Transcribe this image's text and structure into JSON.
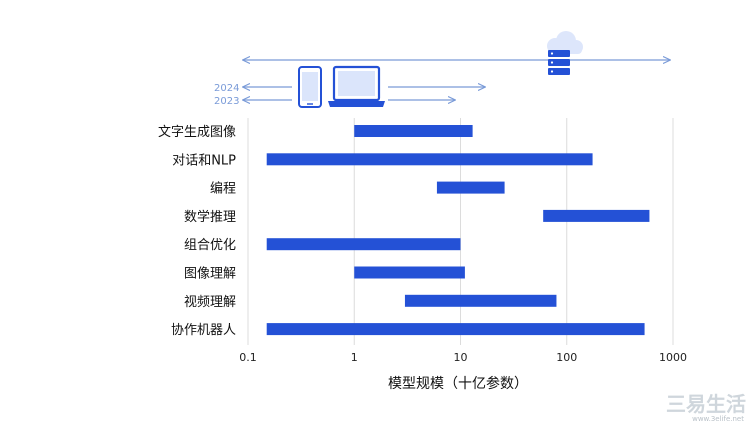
{
  "chart_data": {
    "type": "bar",
    "orientation": "horizontal",
    "style": "floating-range",
    "xscale": "log",
    "xlim": [
      0.1,
      1000
    ],
    "xticks": [
      "0.1",
      "1",
      "10",
      "100",
      "1000"
    ],
    "xlabel": "模型规模（十亿参数）",
    "grid": true,
    "bar_color": "#2451d6",
    "categories": [
      "文字生成图像",
      "对话和NLP",
      "编程",
      "数学推理",
      "组合优化",
      "图像理解",
      "视频理解",
      "协作机器人"
    ],
    "ranges": [
      [
        1,
        13
      ],
      [
        0.15,
        175
      ],
      [
        6,
        26
      ],
      [
        60,
        600
      ],
      [
        0.15,
        10
      ],
      [
        1,
        11
      ],
      [
        3,
        80
      ],
      [
        0.15,
        540
      ]
    ]
  },
  "header": {
    "years": [
      "2024",
      "2023"
    ],
    "arrow_color": "#7a9bd8",
    "icons": [
      "phone-icon",
      "laptop-icon",
      "cloud-server-icon"
    ]
  },
  "watermark": {
    "text": "三易生活",
    "url": "www.3elife.net"
  }
}
